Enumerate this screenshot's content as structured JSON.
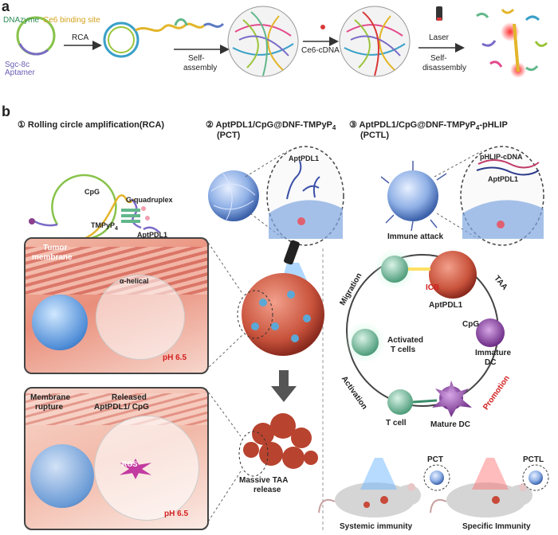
{
  "panel_a": {
    "letter": "a",
    "ring_labels": {
      "dnazyme": "DNAzyme",
      "ce6_site": "Ce6 binding site",
      "sgc8c": "Sgc-8c",
      "aptamer": "Aptamer"
    },
    "step_rca": "RCA",
    "step_self_assembly_1": "Self-",
    "step_self_assembly_2": "assembly",
    "step_ce6": "Ce6-cDNA",
    "step_laser": "Laser",
    "step_disassembly_1": "Self-",
    "step_disassembly_2": "disassembly"
  },
  "panel_b": {
    "letter": "b",
    "header_1": "① Rolling circle amplification(RCA)",
    "header_2_line1": "② AptPDL1/CpG@DNF-TMPyP",
    "header_2_sub": "4",
    "header_2_line2": "(PCT)",
    "header_3_line1": "③ AptPDL1/CpG@DNF-TMPyP",
    "header_3_sub": "4",
    "header_3_tail": "-pHLIP",
    "header_3_line2": "(PCTL)",
    "rca_labels": {
      "cpg": "CpG",
      "gq": "G-quadruplex",
      "tmpyp": "TMPyP",
      "tmpyp_sub": "4",
      "aptpdl1": "AptPDL1"
    },
    "pct_zoom_label": "AptPDL1",
    "pctl_zoom_labels": {
      "phlip": "pHLIP-cDNA",
      "aptpdl1": "AptPDL1"
    },
    "box1": {
      "tumor": "Tumor",
      "membrane": "membrane",
      "helical": "α-helical",
      "ph": "pH 6.5"
    },
    "box2": {
      "membrane": "Membrane",
      "rupture": "rupture",
      "released": "Released",
      "agents": "AptPDL1/ CpG",
      "ros": "ROS",
      "ph": "pH 6.5"
    },
    "massive_1": "Massive TAA",
    "massive_2": "release",
    "cycle": {
      "immune_attack": "Immune attack",
      "icb": "ICB",
      "aptpdl1": "AptPDL1",
      "taa": "TAA",
      "cpg": "CpG",
      "immature_1": "Immature",
      "immature_2": "DC",
      "promotion": "Promotion",
      "mature": "Mature DC",
      "tcell": "T cell",
      "activation": "Activation",
      "activated_1": "Activated",
      "activated_2": "T cells",
      "migration": "Migration"
    },
    "mice": {
      "pct": "PCT",
      "pctl": "PCTL",
      "systemic": "Systemic immunity",
      "specific": "Specific Immunity"
    }
  }
}
